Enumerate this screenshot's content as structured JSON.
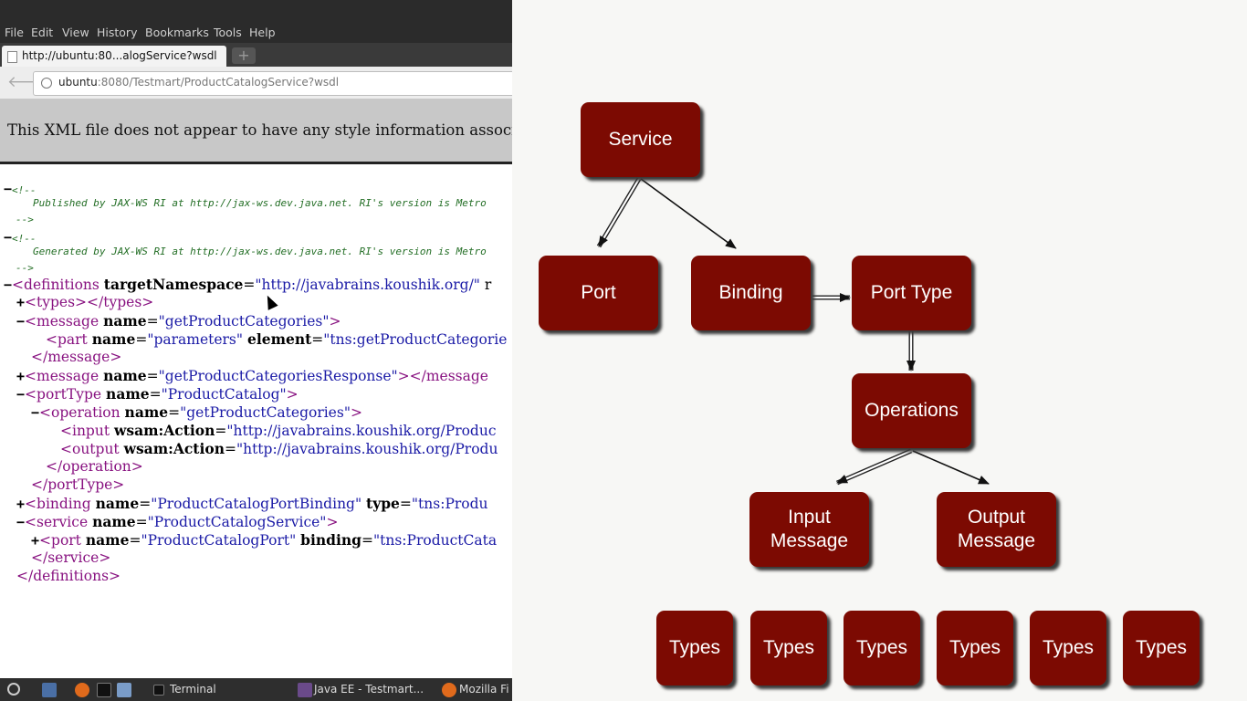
{
  "menubar": {
    "items": [
      "File",
      "Edit",
      "View",
      "History",
      "Bookmarks",
      "Tools",
      "Help"
    ]
  },
  "tab": {
    "title": "http://ubuntu:80...alogService?wsdl",
    "new_tab": "+"
  },
  "navbar": {
    "back": "🡐",
    "url_host": "ubuntu",
    "url_rest": ":8080/Testmart/ProductCatalogService?wsdl"
  },
  "notice": "This XML file does not appear to have any style information associat",
  "xml": {
    "comment1_open": "<!--",
    "comment1_body": "Published by JAX-WS RI at http://jax-ws.dev.java.net. RI's version is Metro",
    "comment1_close": "-->",
    "comment2_open": "<!--",
    "comment2_body": "Generated by JAX-WS RI at http://jax-ws.dev.java.net. RI's version is Metro",
    "comment2_close": "-->",
    "toggle_minus": "−",
    "toggle_plus": "+",
    "definitions_open": "<definitions",
    "attr_targetNamespace": "targetNamespace",
    "val_targetNamespace": "\"http://javabrains.koushik.org/\"",
    "trail_r": " r",
    "types": "<types></types>",
    "message_open": "<message",
    "attr_name": "name",
    "val_getProductCategories": "\"getProductCategories\"",
    "part_open": "<part",
    "val_parameters": "\"parameters\"",
    "attr_element": "element",
    "val_element": "\"tns:getProductCategorie",
    "message_close": "</message>",
    "val_getProductCategoriesResponse": "\"getProductCategoriesResponse\"",
    "message_inline_close": "></message",
    "portType_open": "<portType",
    "val_ProductCatalog": "\"ProductCatalog\"",
    "operation_open": "<operation",
    "input_open": "<input",
    "attr_wsamAction": "wsam:Action",
    "val_input_action": "\"http://javabrains.koushik.org/Produc",
    "output_open": "<output",
    "val_output_action": "\"http://javabrains.koushik.org/Produ",
    "operation_close": "</operation>",
    "portType_close": "</portType>",
    "binding_open": "<binding",
    "val_ProductCatalogPortBinding": "\"ProductCatalogPortBinding\"",
    "attr_type": "type",
    "val_type": "\"tns:Produ",
    "service_open": "<service",
    "val_ProductCatalogService": "\"ProductCatalogService\"",
    "port_open": "<port",
    "val_ProductCatalogPort": "\"ProductCatalogPort\"",
    "attr_binding": "binding",
    "val_binding": "\"tns:ProductCata",
    "service_close": "</service>",
    "definitions_close": "</definitions>",
    "gt": ">",
    "eq": "="
  },
  "taskbar": {
    "terminal": "Terminal",
    "java_ee": "Java EE - Testmart...",
    "mozilla": "Mozilla Fi"
  },
  "diagram": {
    "service": "Service",
    "port": "Port",
    "binding": "Binding",
    "port_type": "Port Type",
    "operations": "Operations",
    "input_message": "Input\nMessage",
    "output_message": "Output\nMessage",
    "types": [
      "Types",
      "Types",
      "Types",
      "Types",
      "Types",
      "Types"
    ],
    "node_color": "#7c0a02"
  }
}
